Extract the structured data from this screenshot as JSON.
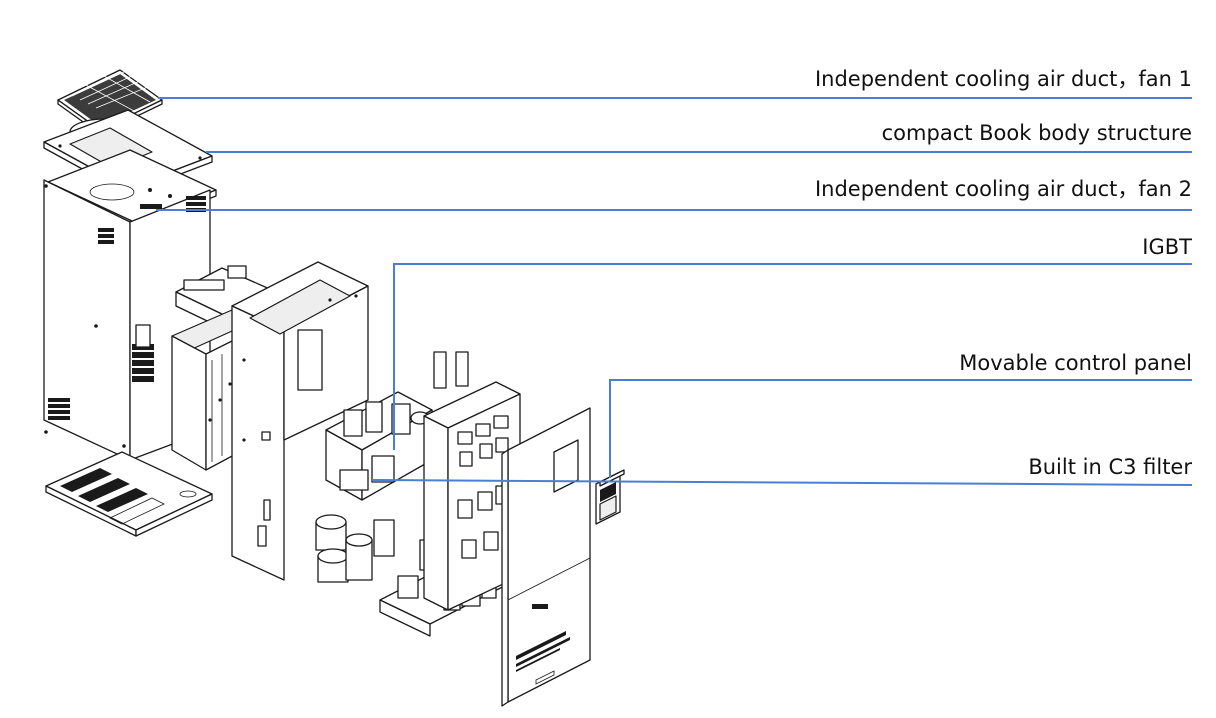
{
  "callouts": [
    {
      "id": "fan1",
      "label": "Independent cooling air duct，fan 1"
    },
    {
      "id": "book",
      "label": "compact Book body structure"
    },
    {
      "id": "fan2",
      "label": "Independent cooling air duct，fan 2"
    },
    {
      "id": "igbt",
      "label": "IGBT"
    },
    {
      "id": "panel",
      "label": "Movable control panel"
    },
    {
      "id": "filter",
      "label": "Built in C3 filter"
    }
  ],
  "colors": {
    "leader_line": "#4a7fd4",
    "line_art": "#1a1a1a",
    "background": "#ffffff"
  }
}
